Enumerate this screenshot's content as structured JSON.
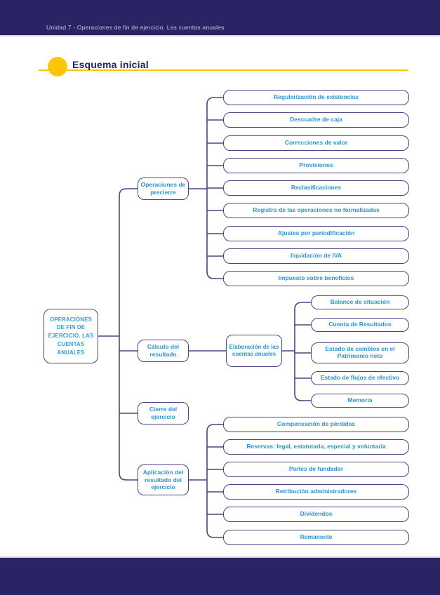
{
  "header": {
    "unit_label": "Unidad 7 - Operaciones de fin de ejercicio. Las cuentas anuales"
  },
  "section": {
    "title": "Esquema inicial"
  },
  "colors": {
    "band_navy": "#2a2465",
    "accent_yellow": "#fcc60d",
    "connector_purple": "#4a4580",
    "node_text_blue": "#2796d6",
    "title_navy": "#232063"
  },
  "tree": {
    "root": "OPERACIONES DE FIN DE EJERCICIO. LAS CUENTAS ANUALES",
    "branches": [
      {
        "label": "Operaciones de precierre",
        "children": [
          "Regularización de existencias",
          "Descuadre de caja",
          "Correcciones de valor",
          "Provisiones",
          "Reclasificaciones",
          "Registro de las operaciones no formalizadas",
          "Ajustes por periodificación",
          "liquidación de IVA",
          "Impuesto sobre beneficios"
        ]
      },
      {
        "label": "Cálculo del resultado",
        "intermediate": "Elaboración de las cuentas anuales",
        "children": [
          "Balance de situación",
          "Cuenta de Resultados",
          "Estado de cambios en el Patrimonio neto",
          "Estado de flujos de efectivo",
          "Memoria"
        ]
      },
      {
        "label": "Cierre del ejercicio",
        "children": []
      },
      {
        "label": "Aplicación del resultado del ejercicio",
        "children": [
          "Compensación de pérdidas",
          "Reservas: legal, estatutaria, especial y voluntaria",
          "Partes de fundador",
          "Retribución administradores",
          "Dividendos",
          "Remanente"
        ]
      }
    ]
  }
}
